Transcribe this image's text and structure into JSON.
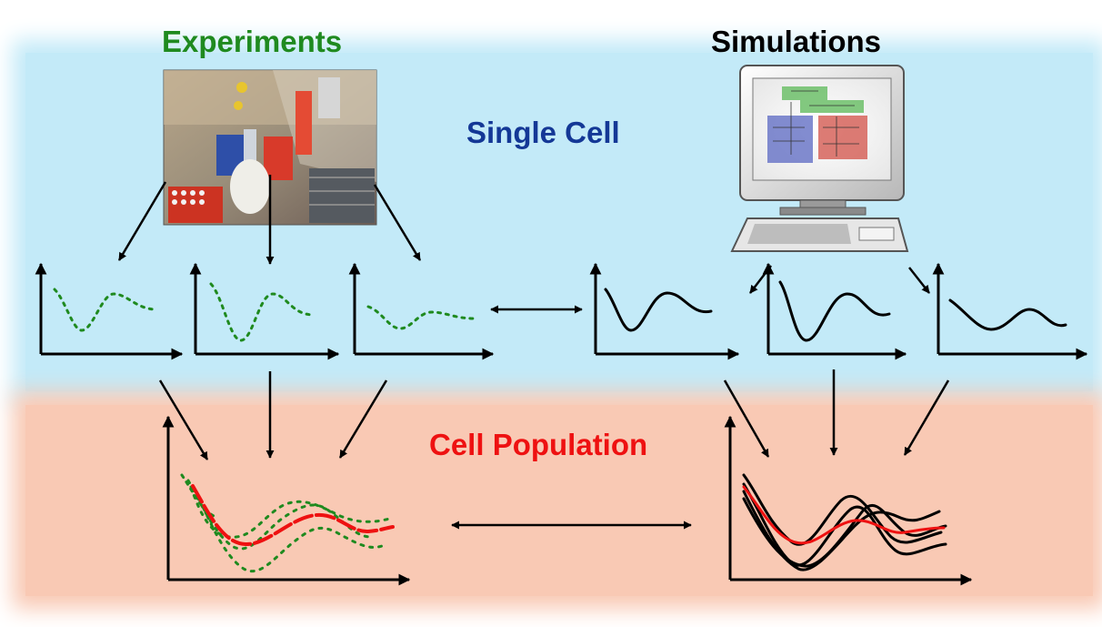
{
  "labels": {
    "experiments": "Experiments",
    "simulations": "Simulations",
    "single_cell": "Single Cell",
    "cell_population": "Cell Population"
  },
  "colors": {
    "experiment_green": "#1f8a1f",
    "single_cell_blue": "#143896",
    "population_red": "#ee1111",
    "single_cell_band": "#c3eaf8",
    "population_band": "#f9c9b4"
  },
  "icons": [
    "lab-photo",
    "computer-monitor-icon",
    "keyboard-icon"
  ]
}
